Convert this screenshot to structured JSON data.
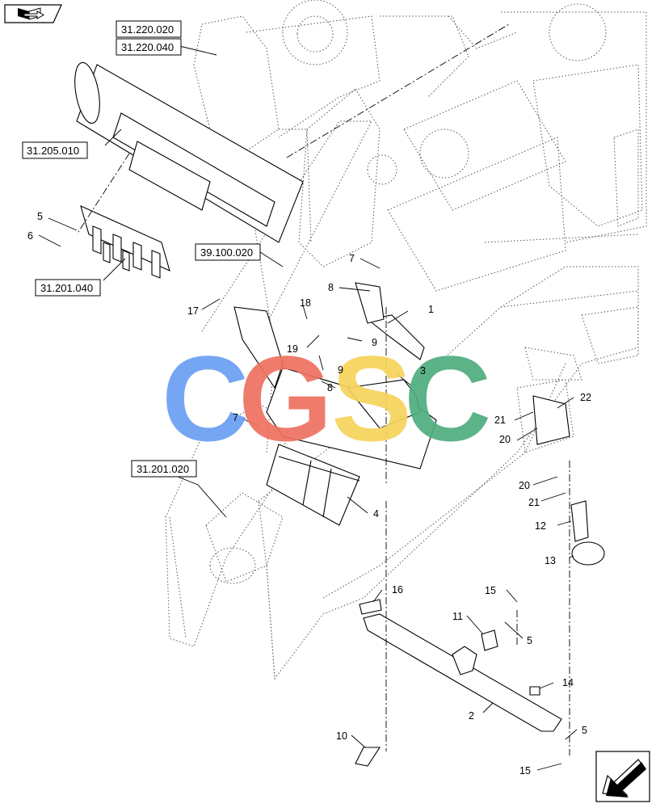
{
  "refs": {
    "r1": "31.220.020",
    "r2": "31.220.040",
    "r3": "31.205.010",
    "r4": "39.100.020",
    "r5": "31.201.040",
    "r6": "31.201.020"
  },
  "callouts": {
    "c1": "1",
    "c2": "2",
    "c3": "3",
    "c4": "4",
    "c5a": "5",
    "c5b": "5",
    "c5c": "5",
    "c6": "6",
    "c7a": "7",
    "c7b": "7",
    "c8a": "8",
    "c8b": "8",
    "c9a": "9",
    "c9b": "9",
    "c10": "10",
    "c11": "11",
    "c12": "12",
    "c13": "13",
    "c14": "14",
    "c15a": "15",
    "c15b": "15",
    "c16": "16",
    "c17": "17",
    "c18": "18",
    "c19": "19",
    "c20a": "20",
    "c20b": "20",
    "c21a": "21",
    "c21b": "21",
    "c22": "22"
  },
  "watermark": {
    "letters": [
      "C",
      "G",
      "S",
      "C"
    ]
  },
  "icons": {
    "top_left": "book-arrow-icon",
    "bottom_right": "arrow-down-left-icon"
  },
  "colors": {
    "wm_blue": "#6a9ff3",
    "wm_red": "#ee7060",
    "wm_yellow": "#f6d35a",
    "wm_green": "#4fad7e"
  }
}
